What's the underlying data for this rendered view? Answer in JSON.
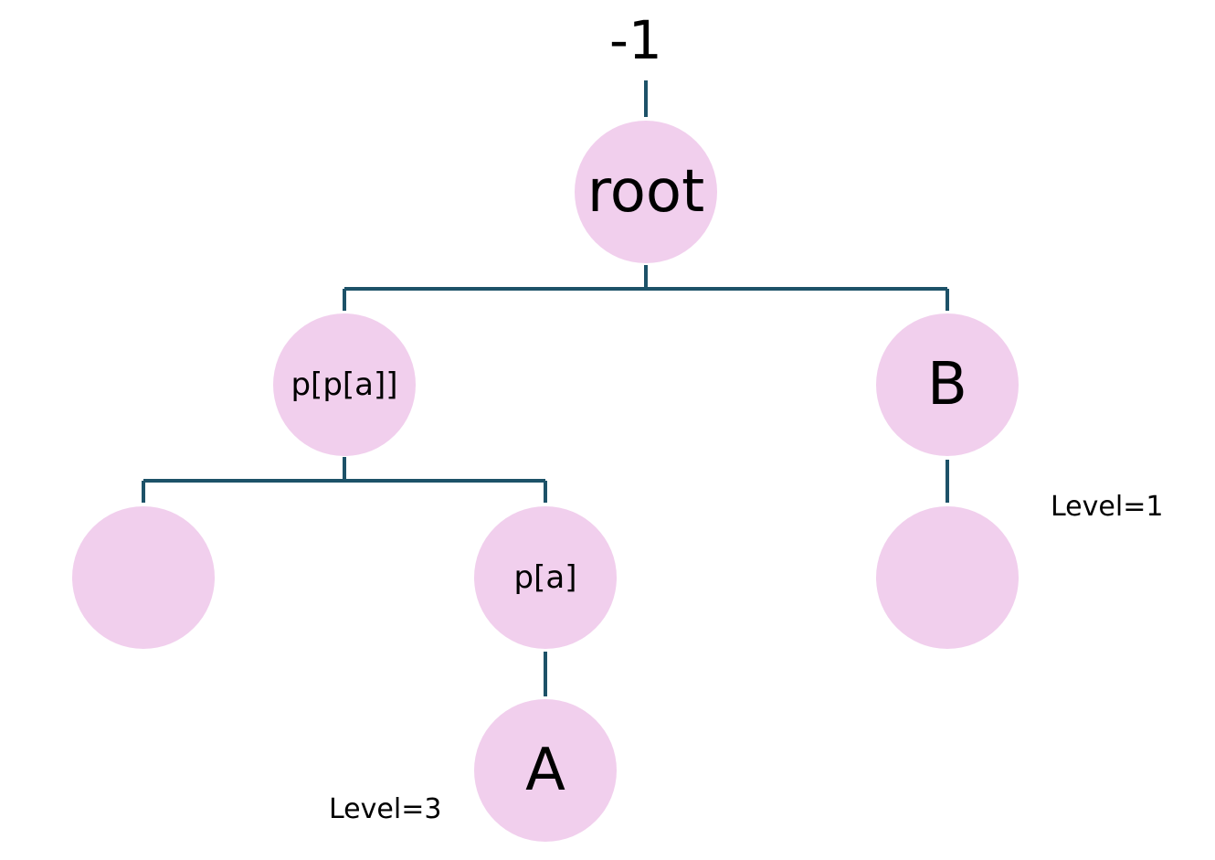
{
  "top_value": "-1",
  "colors": {
    "node_fill": "#f1cfed",
    "edge": "#1d5268"
  },
  "nodes": {
    "root": "root",
    "ppa": "p[p[a]]",
    "b": "B",
    "left_empty": "",
    "pa": "p[a]",
    "right_empty": "",
    "a": "A"
  },
  "labels": {
    "level_b": "Level=1",
    "level_a": "Level=3"
  }
}
